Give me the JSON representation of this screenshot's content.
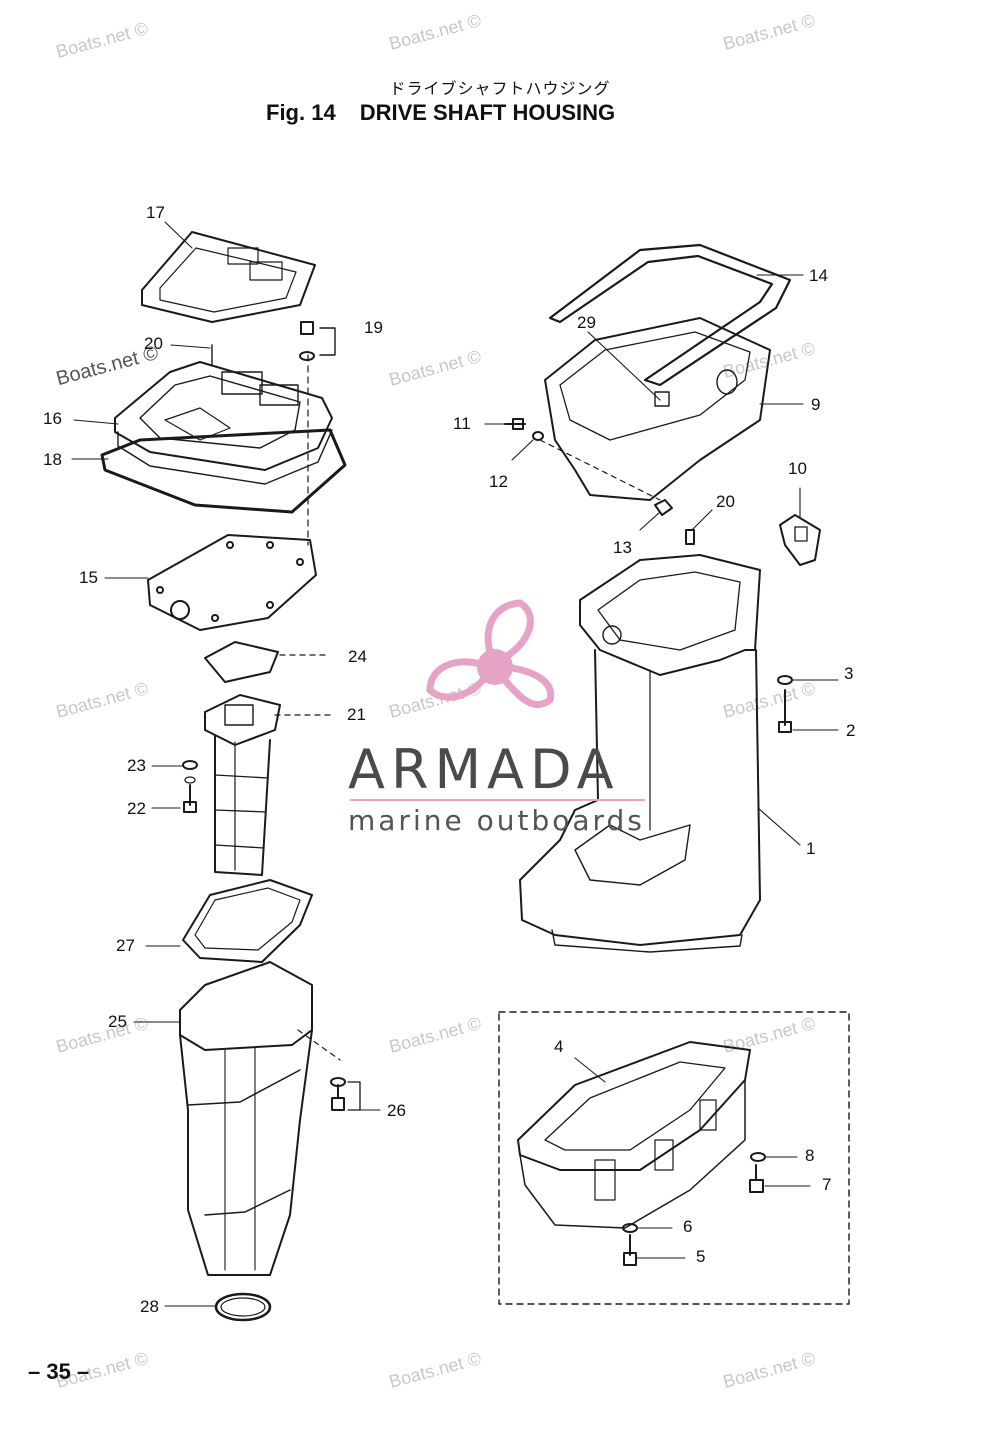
{
  "header": {
    "japanese_title": "ドライブシャフトハウジング",
    "fig_label": "Fig. 14",
    "title": "DRIVE SHAFT HOUSING"
  },
  "watermark_text": "Boats.net ©",
  "logo": {
    "name": "ARMADA",
    "tagline": "marine outboards",
    "accent_color": "#e6a3c6"
  },
  "page_number": "– 35 –",
  "callouts": {
    "p1": "1",
    "p2": "2",
    "p3": "3",
    "p4": "4",
    "p5": "5",
    "p6": "6",
    "p7": "7",
    "p8": "8",
    "p9": "9",
    "p10": "10",
    "p11": "11",
    "p12": "12",
    "p13": "13",
    "p14": "14",
    "p15": "15",
    "p16": "16",
    "p17": "17",
    "p18": "18",
    "p19": "19",
    "p20a": "20",
    "p20b": "20",
    "p21": "21",
    "p22": "22",
    "p23": "23",
    "p24": "24",
    "p25": "25",
    "p26": "26",
    "p27": "27",
    "p28": "28",
    "p29": "29"
  }
}
